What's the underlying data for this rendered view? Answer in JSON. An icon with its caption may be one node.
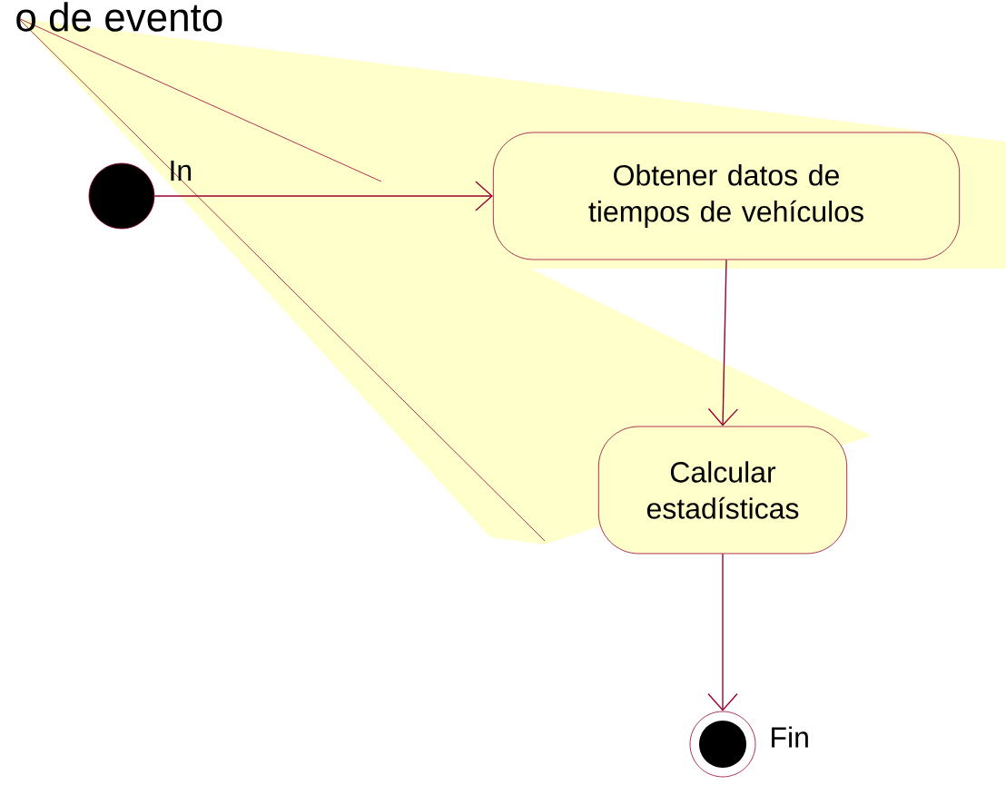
{
  "diagram": {
    "title": "o de evento",
    "nodes": [
      {
        "text": [],
        "shape": "circle",
        "beside": [
          "In"
        ]
      },
      {
        "text": [
          "Obtener datos de tiempos de vehículos"
        ]
      },
      {
        "text": [
          "Calcular estadísticas"
        ]
      },
      {
        "text": [],
        "shape": "circle",
        "beside": [
          "Fin"
        ]
      }
    ],
    "edges": [
      {
        "from": 0,
        "to": 1,
        "arrow": "to"
      },
      {
        "from": 1,
        "to": 2,
        "arrow": "to"
      },
      {
        "from": 2,
        "to": 3,
        "arrow": "to"
      }
    ]
  }
}
